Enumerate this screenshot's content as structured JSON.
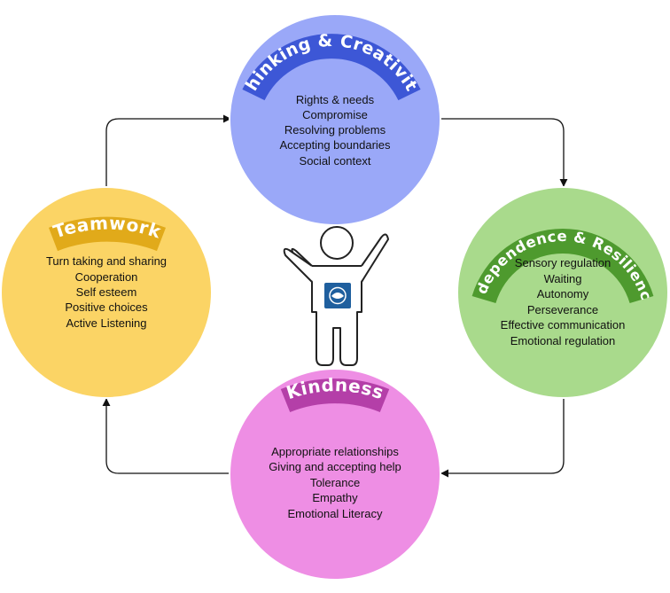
{
  "colors": {
    "thinking_fill": "#9aa8f8",
    "thinking_banner": "#3d57d6",
    "independence_fill": "#a9da8c",
    "independence_banner": "#4e9a2e",
    "kindness_fill": "#ee8ee4",
    "kindness_banner": "#b43fa8",
    "teamwork_fill": "#fbd465",
    "teamwork_banner": "#e1aa1a",
    "arrow": "#111111",
    "logo_badge": "#1f5f9e"
  },
  "icons": {
    "center_figure": "child-figure-icon",
    "badge": "school-logo-icon"
  },
  "circles": {
    "thinking": {
      "title": "Thinking & Creativity",
      "items": [
        "Rights & needs",
        "Compromise",
        "Resolving problems",
        "Accepting boundaries",
        "Social context"
      ]
    },
    "independence": {
      "title": "Independence & Resilience",
      "items": [
        "Sensory regulation",
        "Waiting",
        "Autonomy",
        "Perseverance",
        "Effective communication",
        "Emotional regulation"
      ]
    },
    "kindness": {
      "title": "Kindness",
      "items": [
        "Appropriate relationships",
        "Giving and accepting help",
        "Tolerance",
        "Empathy",
        "Emotional Literacy"
      ]
    },
    "teamwork": {
      "title": "Teamwork",
      "items": [
        "Turn taking and sharing",
        "Cooperation",
        "Self esteem",
        "Positive choices",
        "Active Listening"
      ]
    }
  }
}
